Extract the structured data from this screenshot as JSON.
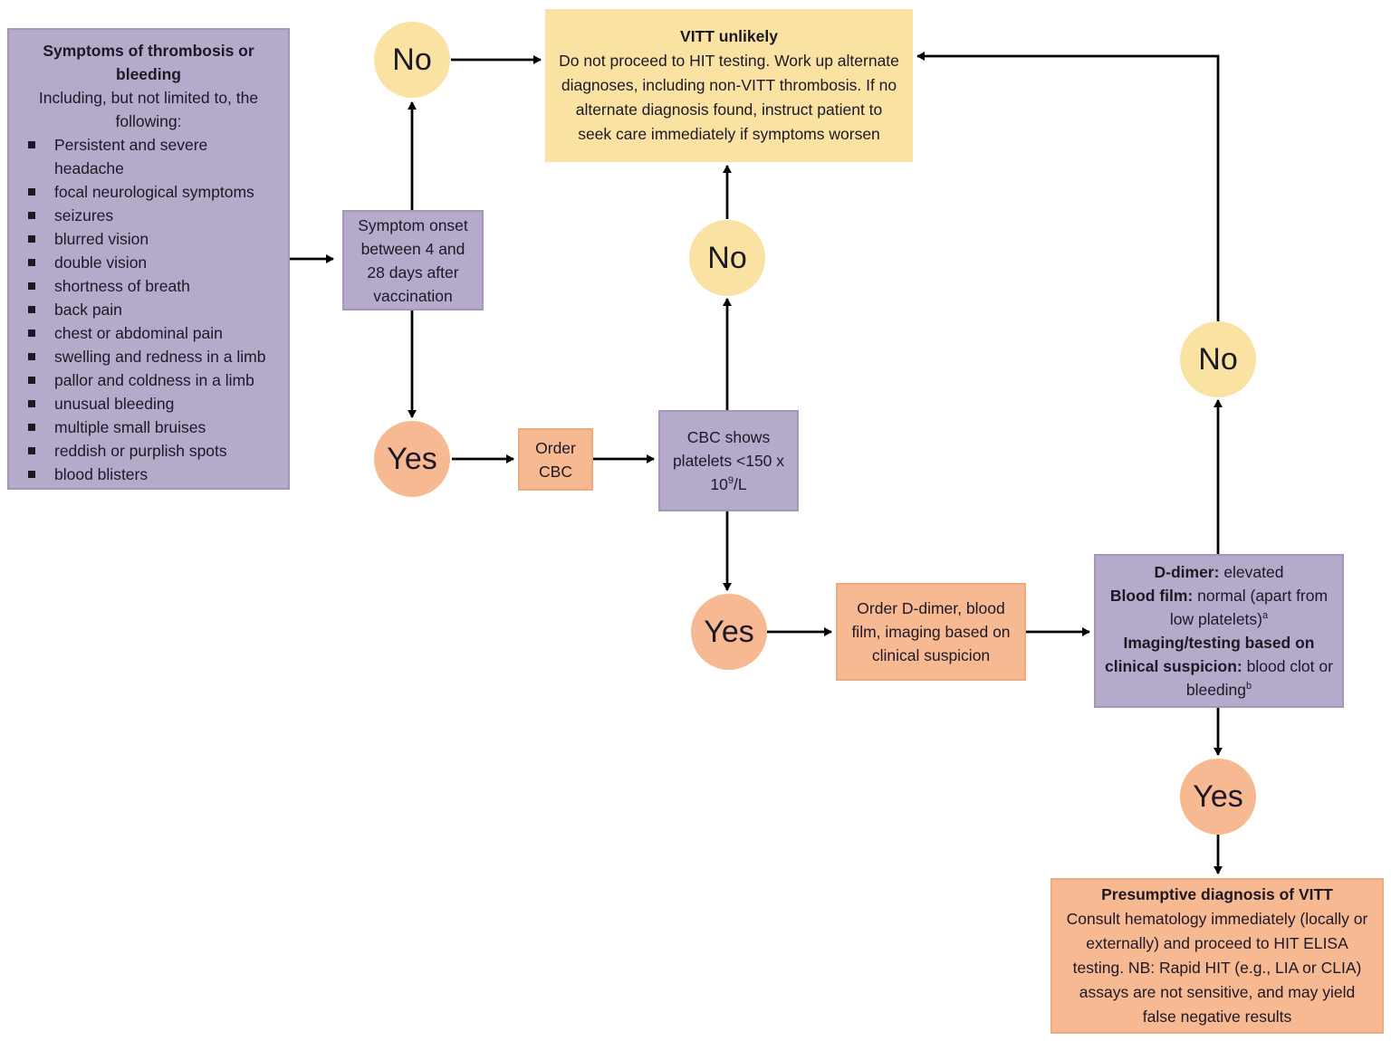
{
  "labels": {
    "no": "No",
    "yes": "Yes"
  },
  "colors": {
    "purple_box": "#b6aacb",
    "yellow_box": "#fae2a2",
    "orange_box": "#f7b992",
    "arrow": "#000000",
    "text": "#1d1826"
  },
  "nodes": {
    "symptoms": {
      "title": "Symptoms of thrombosis or bleeding",
      "subtitle": "Including, but not limited to, the following:",
      "bullets": [
        "Persistent and severe headache",
        "focal neurological symptoms",
        "seizures",
        "blurred vision",
        "double vision",
        "shortness of breath",
        "back pain",
        "chest or abdominal pain",
        "swelling and redness in a limb",
        "pallor and coldness in a limb",
        "unusual bleeding",
        "multiple small bruises",
        "reddish or purplish spots",
        "blood blisters"
      ]
    },
    "onset": {
      "text": "Symptom onset between 4 and 28 days after vaccination"
    },
    "vitt_unlikely": {
      "title": "VITT unlikely",
      "body": "Do not proceed to HIT testing. Work up alternate diagnoses, including non-VITT thrombosis. If no alternate diagnosis found, instruct patient to seek care immediately if symptoms worsen"
    },
    "order_cbc": {
      "text": "Order CBC"
    },
    "cbc": {
      "text_start": "CBC shows platelets <150 x 10",
      "superscript": "9",
      "text_end": "/L"
    },
    "order_ddimer": {
      "text": "Order D-dimer, blood film, imaging based on clinical suspicion"
    },
    "ddimer": {
      "label1": "D-dimer:",
      "value1": " elevated",
      "label2": "Blood film:",
      "value2": " normal (apart from low platelets)",
      "sup2": "a",
      "label3": "Imaging/testing based on clinical suspicion:",
      "value3": " blood clot or bleeding",
      "sup3": "b"
    },
    "presumptive": {
      "title": "Presumptive diagnosis of VITT",
      "body": "Consult hematology immediately (locally or externally) and proceed to HIT ELISA testing. NB: Rapid HIT (e.g., LIA or CLIA) assays are not sensitive, and may yield false negative results"
    }
  }
}
